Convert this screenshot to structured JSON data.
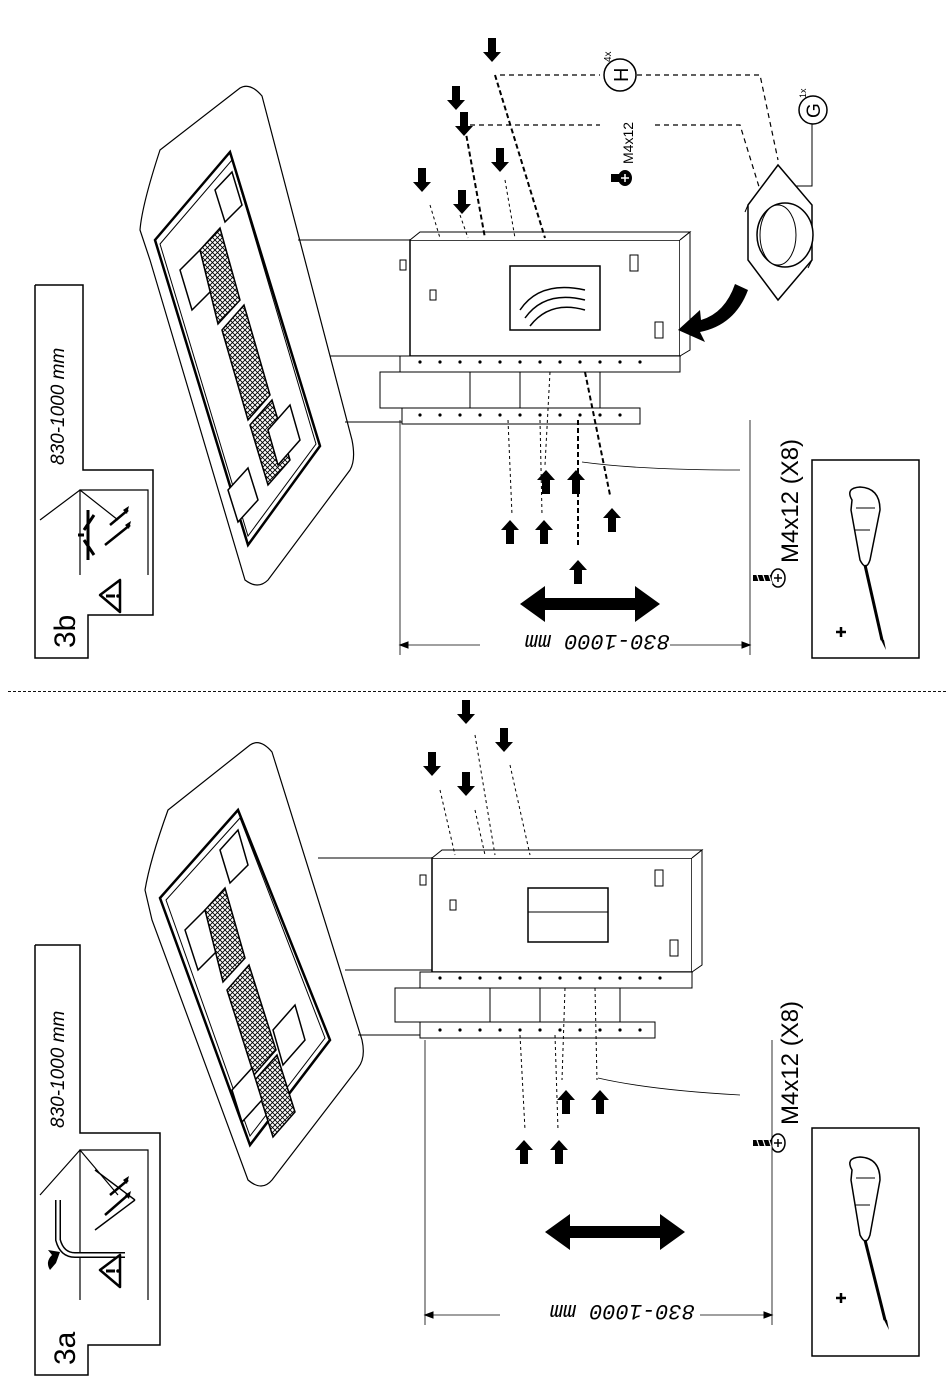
{
  "panels": {
    "b": {
      "step": "3b",
      "range": "830-1000 mm",
      "dimension": "830-1000 mm",
      "screw_callout": "M4x12 (X8)",
      "screw_small": "M4x12",
      "part_h": "H",
      "part_h_qty": "4x",
      "part_g": "G",
      "part_g_qty": "1x"
    },
    "a": {
      "step": "3a",
      "range": "830-1000 mm",
      "dimension": "830-1000 mm",
      "screw_callout": "M4x12 (X8)"
    }
  }
}
